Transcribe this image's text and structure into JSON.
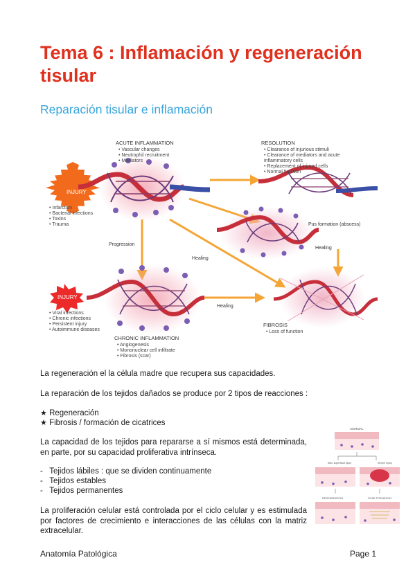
{
  "title": "Tema 6 : Inflamación y regeneración tisular",
  "subtitle": "Reparación tisular e inflamación",
  "figure": {
    "injury_top": "INJURY",
    "injury_top_causes": [
      "• Infarction",
      "• Bacterial infections",
      "• Toxins",
      "• Trauma"
    ],
    "acute_title": "ACUTE INFLAMMATION",
    "acute_items": [
      "• Vascular changes",
      "• Neutrophil recruitment",
      "• Mediators"
    ],
    "resolution_title": "RESOLUTION",
    "resolution_items": [
      "• Clearance of injurious stimuli",
      "• Clearance of mediators and acute",
      "  inflammatory cells",
      "• Replacement of injured cells",
      "• Normal function"
    ],
    "pus_label": "Pus formation (abscess)",
    "progression_label": "Progression",
    "healing_center": "Healing",
    "healing_right": "Healing",
    "healing_bottom": "Healing",
    "injury_bottom": "INJURY",
    "injury_bottom_causes": [
      "• Viral infections",
      "• Chronic infections",
      "• Persistent injury",
      "• Autoimmune diseases"
    ],
    "chronic_title": "CHRONIC INFLAMMATION",
    "chronic_items": [
      "• Angiogenesis",
      "• Mononuclear cell infiltrate",
      "• Fibrosis (scar)"
    ],
    "fibrosis_title": "FIBROSIS",
    "fibrosis_items": [
      "• Loss of function"
    ]
  },
  "body": {
    "p1": "La regeneración el la célula madre que recupera sus capacidades.",
    "p2": "La reparación de los tejidos dañados se produce por 2 tipos de reacciones :",
    "star": "★",
    "bullets": [
      "Regeneración",
      "Fibrosis / formación de cicatrices"
    ],
    "p3": "La capacidad de los tejidos para repararse a sí mismos está determinada, en parte, por su capacidad proliferativa intrínseca.",
    "dash": "-",
    "tissues": [
      "Tejidos lábiles : que se dividen continuamente",
      "Tejidos estables",
      "Tejidos permanentes"
    ],
    "p4": "La proliferación celular está controlada por el ciclo celular y es estimulada por factores de crecimiento e interacciones de las células con la matriz extracelular."
  },
  "small_figure": {
    "normal": "NORMAL",
    "mild": "Mild, superficial injury",
    "severe": "Severe injury",
    "regeneration": "REGENERATION",
    "scar": "SCAR FORMATION"
  },
  "footer": {
    "left": "Anatomía Patológica",
    "right": "Page 1"
  },
  "colors": {
    "title": "#e0301e",
    "subtitle": "#3aa6dd",
    "arrow": "#f4a535",
    "injury": "#f26a1b"
  }
}
